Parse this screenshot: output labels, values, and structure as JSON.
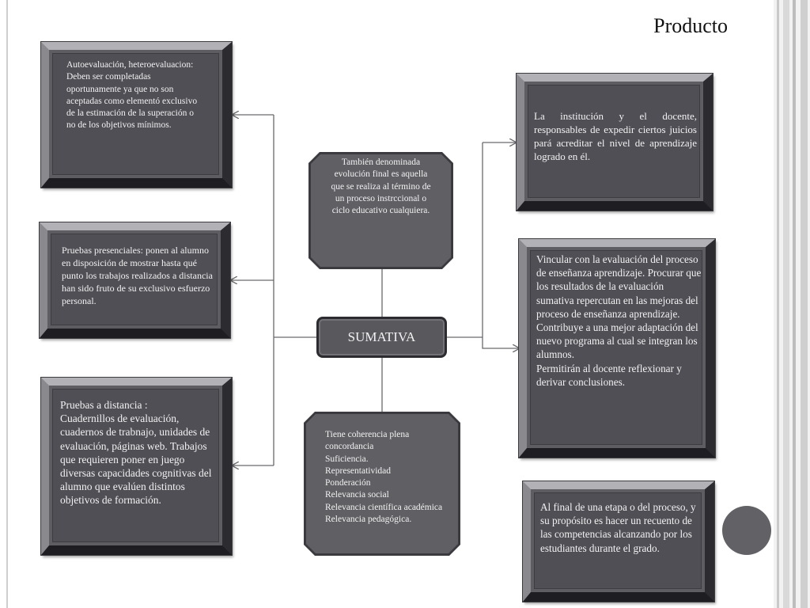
{
  "slide": {
    "title": "Producto"
  },
  "center": {
    "label": "SUMATIVA"
  },
  "nodes": {
    "definition": "También denominada evolución final es aquella que se realiza al término de un proceso instrccional o ciclo educativo cualquiera.",
    "criteria": "Tiene  coherencia plena concordancia\nSuficiencia.\nRepresentatividad\nPonderación\nRelevancia social\nRelevancia científica académica\nRelevancia pedagógica.",
    "self_evaluation": "Autoevaluación, heteroevaluacion:\nDeben ser completadas oportunamente ya que no son aceptadas como elementó exclusivo de la estimación de la superación o no de los objetivos mínimos.",
    "in_person_tests": "Pruebas presenciales: ponen al alumno en disposición de mostrar hasta qué punto los trabajos realizados a distancia han sido fruto de su exclusivo esfuerzo personal.",
    "distance_tests": "Pruebas a distancia :\nCuadernillos de evaluación, cuadernos de trabnajo, unidades de evaluación, páginas web. Trabajos que requieren poner en juego diversas capacidades cognitivas del alumno que evalúen distintos objetivos de formación.",
    "institution": "La institución y el docente, responsables de expedir ciertos juicios pará acreditar el nivel de aprendizaje logrado en él.",
    "link": "Vincular con la evaluación del proceso de enseñanza aprendizaje. Procurar que los resultados de la evaluación sumativa repercutan en las mejoras del proceso de enseñanza aprendizaje.\nContribuye a una mejor adaptación del nuevo programa al cual se integran los alumnos.\nPermitirán al docente reflexionar y derivar conclusiones.",
    "final_stage": "Al final de una etapa o del proceso, y su propósito es hacer un recuento de las competencias alcanzando por los estudiantes durante el grado."
  },
  "colors": {
    "box_fill": "#4f4f55",
    "connector": "#6a6a6e",
    "dot": "#616166"
  }
}
